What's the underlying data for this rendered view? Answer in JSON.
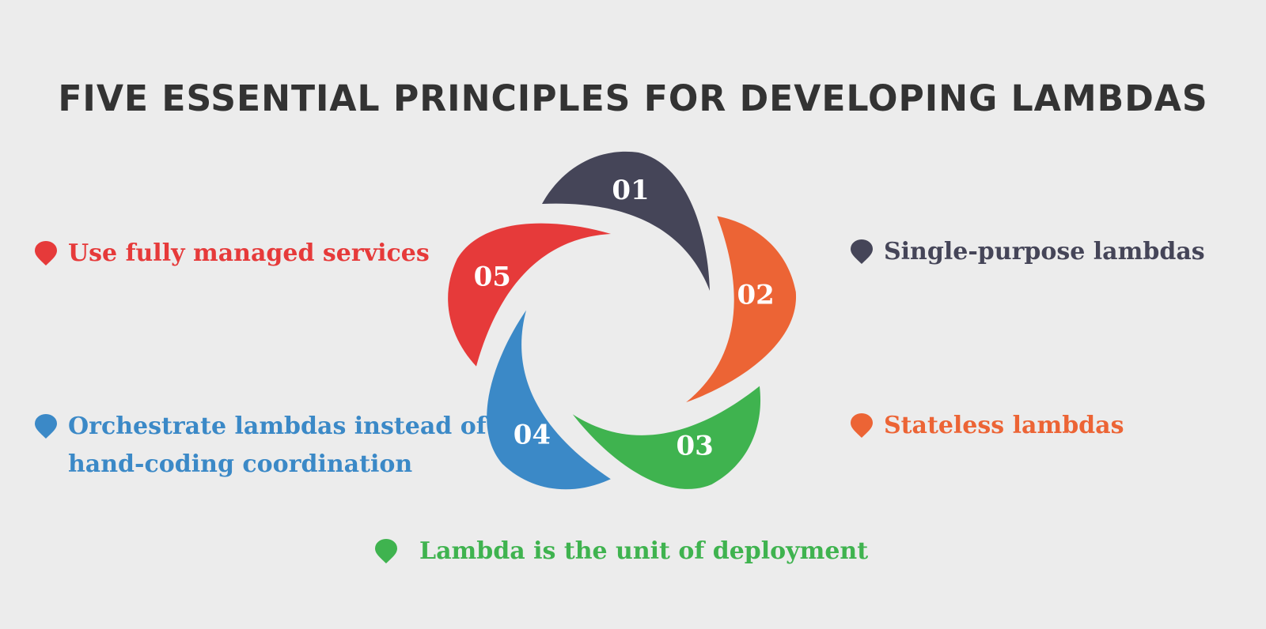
{
  "title": "FIVE ESSENTIAL PRINCIPLES  FOR DEVELOPING LAMBDAS",
  "colors": {
    "background": "#ececec",
    "title": "#333333",
    "p01": "#454558",
    "p02": "#ec6435",
    "p03": "#3fb34f",
    "p04": "#3b89c7",
    "p05": "#e63a3a"
  },
  "wheel": {
    "petals": [
      {
        "number": "01",
        "color": "#454558"
      },
      {
        "number": "02",
        "color": "#ec6435"
      },
      {
        "number": "03",
        "color": "#3fb34f"
      },
      {
        "number": "04",
        "color": "#3b89c7"
      },
      {
        "number": "05",
        "color": "#e63a3a"
      }
    ]
  },
  "principles": [
    {
      "id": "01",
      "label": "Single-purpose lambdas",
      "color": "#454558",
      "icon": "map-pin-icon"
    },
    {
      "id": "02",
      "label": "Stateless lambdas",
      "color": "#ec6435",
      "icon": "map-pin-icon"
    },
    {
      "id": "03",
      "label": "Lambda is the unit of deployment",
      "color": "#3fb34f",
      "icon": "map-pin-icon"
    },
    {
      "id": "04",
      "label": "Orchestrate lambdas instead of\nhand-coding coordination",
      "color": "#3b89c7",
      "icon": "map-pin-icon"
    },
    {
      "id": "05",
      "label": "Use fully managed services",
      "color": "#e63a3a",
      "icon": "map-pin-icon"
    }
  ]
}
